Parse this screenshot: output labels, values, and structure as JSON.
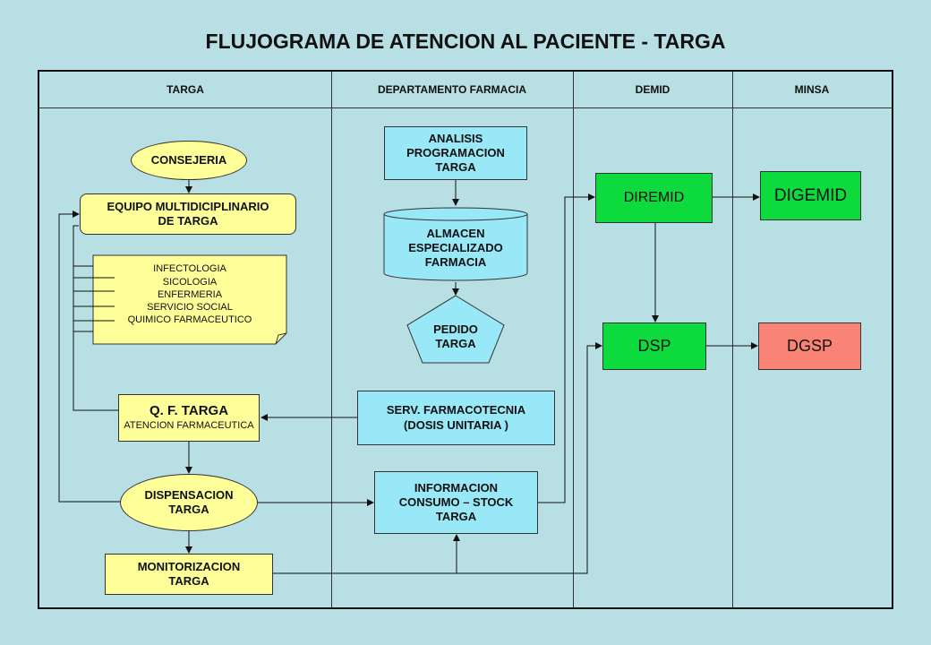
{
  "title": "FLUJOGRAMA DE ATENCION AL PACIENTE - TARGA",
  "lanes": [
    "TARGA",
    "DEPARTAMENTO FARMACIA",
    "DEMID",
    "MINSA"
  ],
  "nodes": {
    "consejeria": "CONSEJERIA",
    "equipo_line1": "EQUIPO MULTIDICIPLINARIO",
    "equipo_line2": "DE TARGA",
    "especialidades": [
      "INFECTOLOGIA",
      "SICOLOGIA",
      "ENFERMERIA",
      "SERVICIO SOCIAL",
      "QUIMICO FARMACEUTICO"
    ],
    "qf_title": "Q. F. TARGA",
    "qf_sub": "ATENCION FARMACEUTICA",
    "dispensacion_line1": "DISPENSACION",
    "dispensacion_line2": "TARGA",
    "monitorizacion_line1": "MONITORIZACION",
    "monitorizacion_line2": "TARGA",
    "analisis": [
      "ANALISIS",
      "PROGRAMACION",
      "TARGA"
    ],
    "almacen": [
      "ALMACEN",
      "ESPECIALIZADO",
      "FARMACIA"
    ],
    "pedido": [
      "PEDIDO",
      "TARGA"
    ],
    "serv_line1": "SERV. FARMACOTECNIA",
    "serv_line2": "(DOSIS UNITARIA )",
    "informacion": [
      "INFORMACION",
      "CONSUMO – STOCK",
      "TARGA"
    ],
    "diremid": "DIREMID",
    "dsp": "DSP",
    "digemid": "DIGEMID",
    "dgsp": "DGSP"
  },
  "colors": {
    "background": "#b8dfe4",
    "yellow": "#ffff99",
    "cyan": "#99e8f8",
    "green": "#0cda3d",
    "salmon": "#f98375"
  }
}
